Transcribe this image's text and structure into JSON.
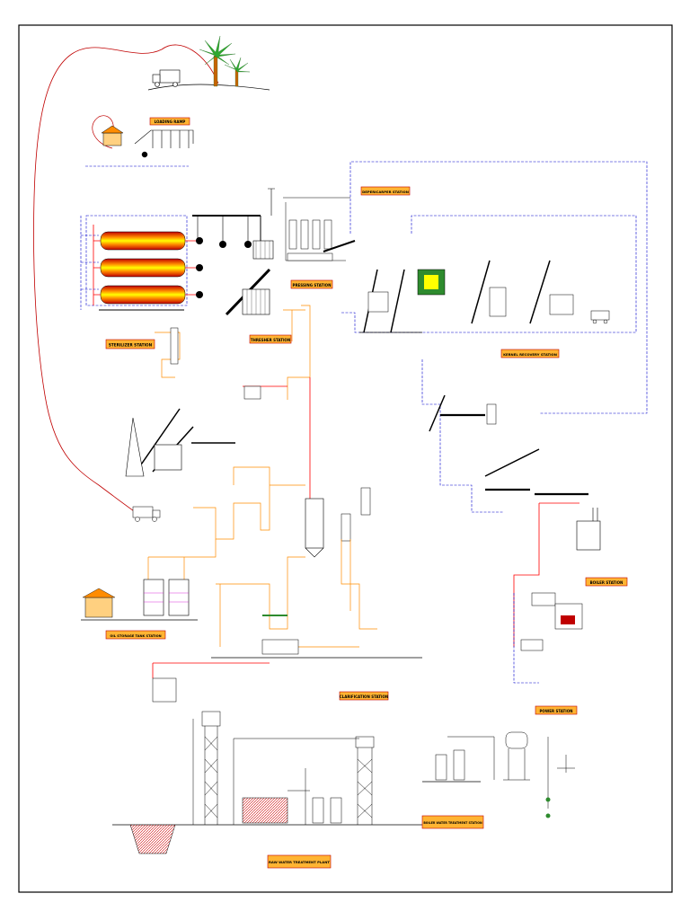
{
  "stations": {
    "sterilizer": "STERILIZER STATION",
    "pressing": "PRESSING STATION",
    "threshing": "THRESHER STATION",
    "depericarper": "DEPERICARPER STATION",
    "kernel_recovery": "KERNEL RECOVERY STATION",
    "oil_storage": "OIL STORAGE TANK STATION",
    "clarification": "CLARIFICATION STATION",
    "boiler": "BOILER STATION",
    "power": "POWER STATION",
    "boiler_water": "BOILER WATER TREATMENT STATION",
    "raw_water": "RAW WATER TREATMENT PLANT",
    "loading_ramp": "LOADING RAMP"
  },
  "colors": {
    "frame": "#000000",
    "label_fill": "#ffb432",
    "label_border": "#c00000",
    "fruit_route": "#c00000",
    "blue_line": "#0000cc",
    "orange_line": "#ff8c00",
    "red_line": "#ff0000",
    "pink_text": "#d400d4",
    "green_machine": "#2e8b2e",
    "sterilizer_body": "#ff8c00",
    "sterilizer_core": "#ffff00",
    "sterilizer_dark": "#c00000",
    "water_hatch": "#cc0000"
  }
}
